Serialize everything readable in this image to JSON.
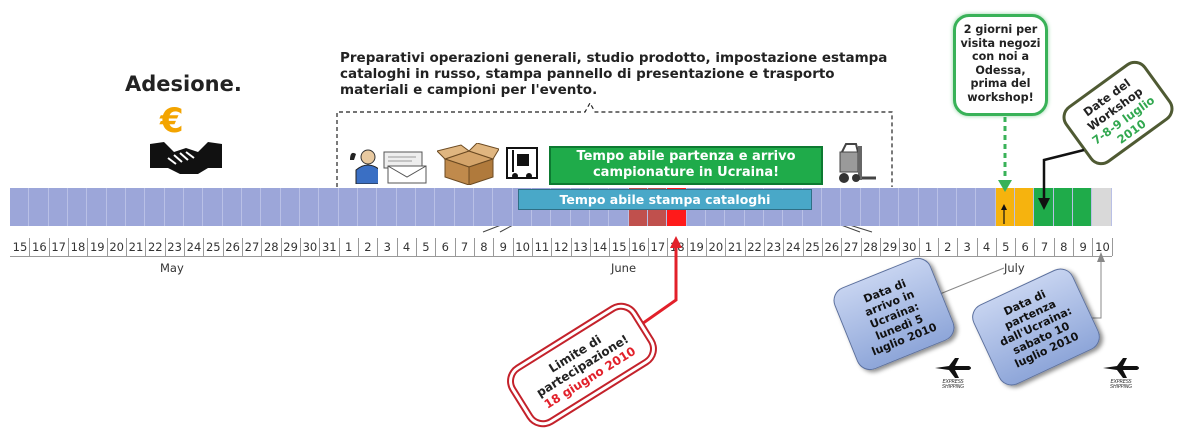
{
  "adesione": {
    "title": "Adesione.",
    "euro_symbol": "€"
  },
  "preparativi": {
    "text": "Preparativi operazioni generali, studio prodotto, impostazione estampa cataloghi in russo, stampa pannello di presentazione e trasporto materiali e campioni per l'evento."
  },
  "campionature": {
    "line1": "Tempo abile partenza e arrivo",
    "line2": "campionature in Ucraina!"
  },
  "stampa": {
    "label": "Tempo abile stampa cataloghi"
  },
  "visita": {
    "lines": [
      "2 giorni per",
      "visita negozi",
      "con noi a",
      "Odessa,",
      "prima del",
      "workshop!"
    ]
  },
  "workshop": {
    "line1": "Date del",
    "line2": "Workshop",
    "line3": "7-8-9 luglio",
    "line4": "2010"
  },
  "arrivo": {
    "lines": [
      "Data di",
      "arrivo in",
      "Ucraina:",
      "lunedì 5",
      "luglio 2010"
    ]
  },
  "partenza": {
    "lines": [
      "Data di",
      "partenza",
      "dall'Ucraina:",
      "sabato 10",
      "luglio 2010"
    ]
  },
  "limite": {
    "line1": "Limite di",
    "line2": "partecipazione!",
    "line3": "18 giugno 2010"
  },
  "express_label": "EXPRESS SHIPPING",
  "timeline": {
    "days": [
      "15",
      "16",
      "17",
      "18",
      "19",
      "20",
      "21",
      "22",
      "23",
      "24",
      "25",
      "26",
      "27",
      "28",
      "29",
      "30",
      "31",
      "1",
      "2",
      "3",
      "4",
      "5",
      "6",
      "7",
      "8",
      "9",
      "10",
      "11",
      "12",
      "13",
      "14",
      "15",
      "16",
      "17",
      "18",
      "19",
      "20",
      "21",
      "22",
      "23",
      "24",
      "25",
      "26",
      "27",
      "28",
      "29",
      "30",
      "1",
      "2",
      "3",
      "4",
      "5",
      "6",
      "7",
      "8",
      "9",
      "10"
    ],
    "months": [
      {
        "label": "May"
      },
      {
        "label": "June"
      },
      {
        "label": "July"
      }
    ]
  },
  "colors": {
    "timeline": "#9ca6d9",
    "deadline_red": "#ff1a1a",
    "june_dark_red": "#c0504d",
    "arrival_orange": "#f6b30e",
    "workshop_green": "#1fab4a",
    "departure_gray": "#d9d9d9",
    "teal_bar": "#49a8c8"
  }
}
